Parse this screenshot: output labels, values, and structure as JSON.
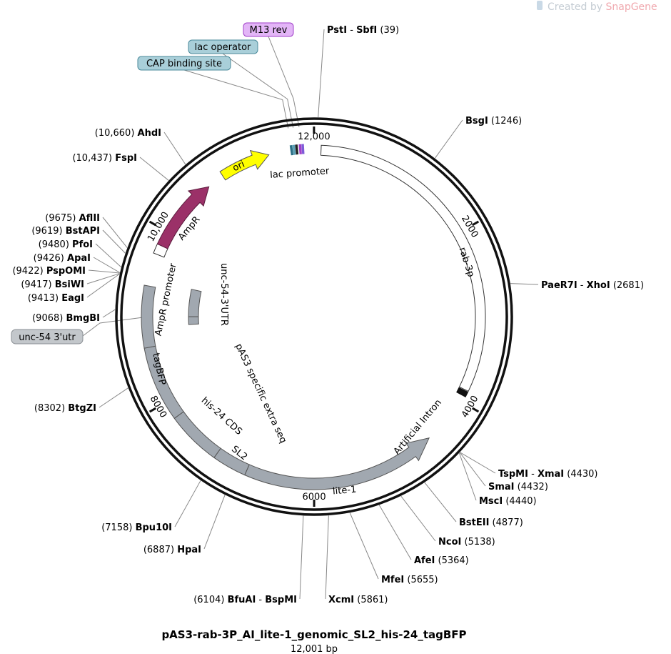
{
  "watermark": {
    "prefix": "Created by ",
    "brand": "SnapGene"
  },
  "title": "pAS3-rab-3P_AI_lite-1_genomic_SL2_his-24_tagBFP",
  "length_label": "12,001 bp",
  "total_bp": 12001,
  "ticks": [
    {
      "bp": 2000,
      "label": "2000"
    },
    {
      "bp": 4000,
      "label": "4000"
    },
    {
      "bp": 6000,
      "label": "6000"
    },
    {
      "bp": 8000,
      "label": "8000"
    },
    {
      "bp": 10000,
      "label": "10,000"
    },
    {
      "bp": 12000,
      "label": "12,000"
    }
  ],
  "enzymes": [
    {
      "names": [
        "PstI",
        "SbfI"
      ],
      "pos": "(39)",
      "bp": 39
    },
    {
      "names": [
        "BsgI"
      ],
      "pos": "(1246)",
      "bp": 1246
    },
    {
      "names": [
        "PaeR7I",
        "XhoI"
      ],
      "pos": "(2681)",
      "bp": 2681
    },
    {
      "names": [
        "TspMI",
        "XmaI"
      ],
      "pos": "(4430)",
      "bp": 4430
    },
    {
      "names": [
        "SmaI"
      ],
      "pos": "(4432)",
      "bp": 4432
    },
    {
      "names": [
        "MscI"
      ],
      "pos": "(4440)",
      "bp": 4440
    },
    {
      "names": [
        "BstEII"
      ],
      "pos": "(4877)",
      "bp": 4877
    },
    {
      "names": [
        "NcoI"
      ],
      "pos": "(5138)",
      "bp": 5138
    },
    {
      "names": [
        "AfeI"
      ],
      "pos": "(5364)",
      "bp": 5364
    },
    {
      "names": [
        "MfeI"
      ],
      "pos": "(5655)",
      "bp": 5655
    },
    {
      "names": [
        "XcmI"
      ],
      "pos": "(5861)",
      "bp": 5861
    },
    {
      "names": [
        "BfuAI",
        "BspMI"
      ],
      "pos": "(6104)",
      "bp": 6104
    },
    {
      "names": [
        "HpaI"
      ],
      "pos": "(6887)",
      "bp": 6887
    },
    {
      "names": [
        "Bpu10I"
      ],
      "pos": "(7158)",
      "bp": 7158
    },
    {
      "names": [
        "BtgZI"
      ],
      "pos": "(8302)",
      "bp": 8302
    },
    {
      "names": [
        "BmgBI"
      ],
      "pos": "(9068)",
      "bp": 9068
    },
    {
      "names": [
        "EagI"
      ],
      "pos": "(9413)",
      "bp": 9413
    },
    {
      "names": [
        "BsiWI"
      ],
      "pos": "(9417)",
      "bp": 9417
    },
    {
      "names": [
        "PspOMI"
      ],
      "pos": "(9422)",
      "bp": 9422
    },
    {
      "names": [
        "ApaI"
      ],
      "pos": "(9426)",
      "bp": 9426
    },
    {
      "names": [
        "PfoI"
      ],
      "pos": "(9480)",
      "bp": 9480
    },
    {
      "names": [
        "BstAPI"
      ],
      "pos": "(9619)",
      "bp": 9619
    },
    {
      "names": [
        "AflII"
      ],
      "pos": "(9675)",
      "bp": 9675
    },
    {
      "names": [
        "FspI"
      ],
      "pos": "(10,437)",
      "bp": 10437
    },
    {
      "names": [
        "AhdI"
      ],
      "pos": "(10,660)",
      "bp": 10660
    }
  ],
  "boxed_features": [
    {
      "label": "M13 rev",
      "color": "#e3b5f7",
      "border": "#a040c8"
    },
    {
      "label": "lac operator",
      "color": "#a9cfd9",
      "border": "#4a8a9a"
    },
    {
      "label": "CAP binding site",
      "color": "#a9cfd9",
      "border": "#4a8a9a"
    },
    {
      "label": "unc-54 3'utr",
      "color": "#c3c7cb",
      "border": "#8a8f94"
    }
  ],
  "features": {
    "lac_promoter": "lac promoter",
    "rab3p": "rab-3p",
    "ori": "ori",
    "ampr": "AmpR",
    "ampr_promoter": "AmpR promoter",
    "tagbfp": "tagBFP",
    "his24": "his-24 CDS",
    "sl2": "SL2",
    "lite1": "lite-1",
    "intron": "Artificial Intron",
    "unc54_inner": "unc-54-3'UTR",
    "pas3": "pAS3 specific extra seq"
  },
  "colors": {
    "ori": "#ffff00",
    "ampr": "#9b3168",
    "gray": "#a1a8b0",
    "ring": "#111111"
  }
}
